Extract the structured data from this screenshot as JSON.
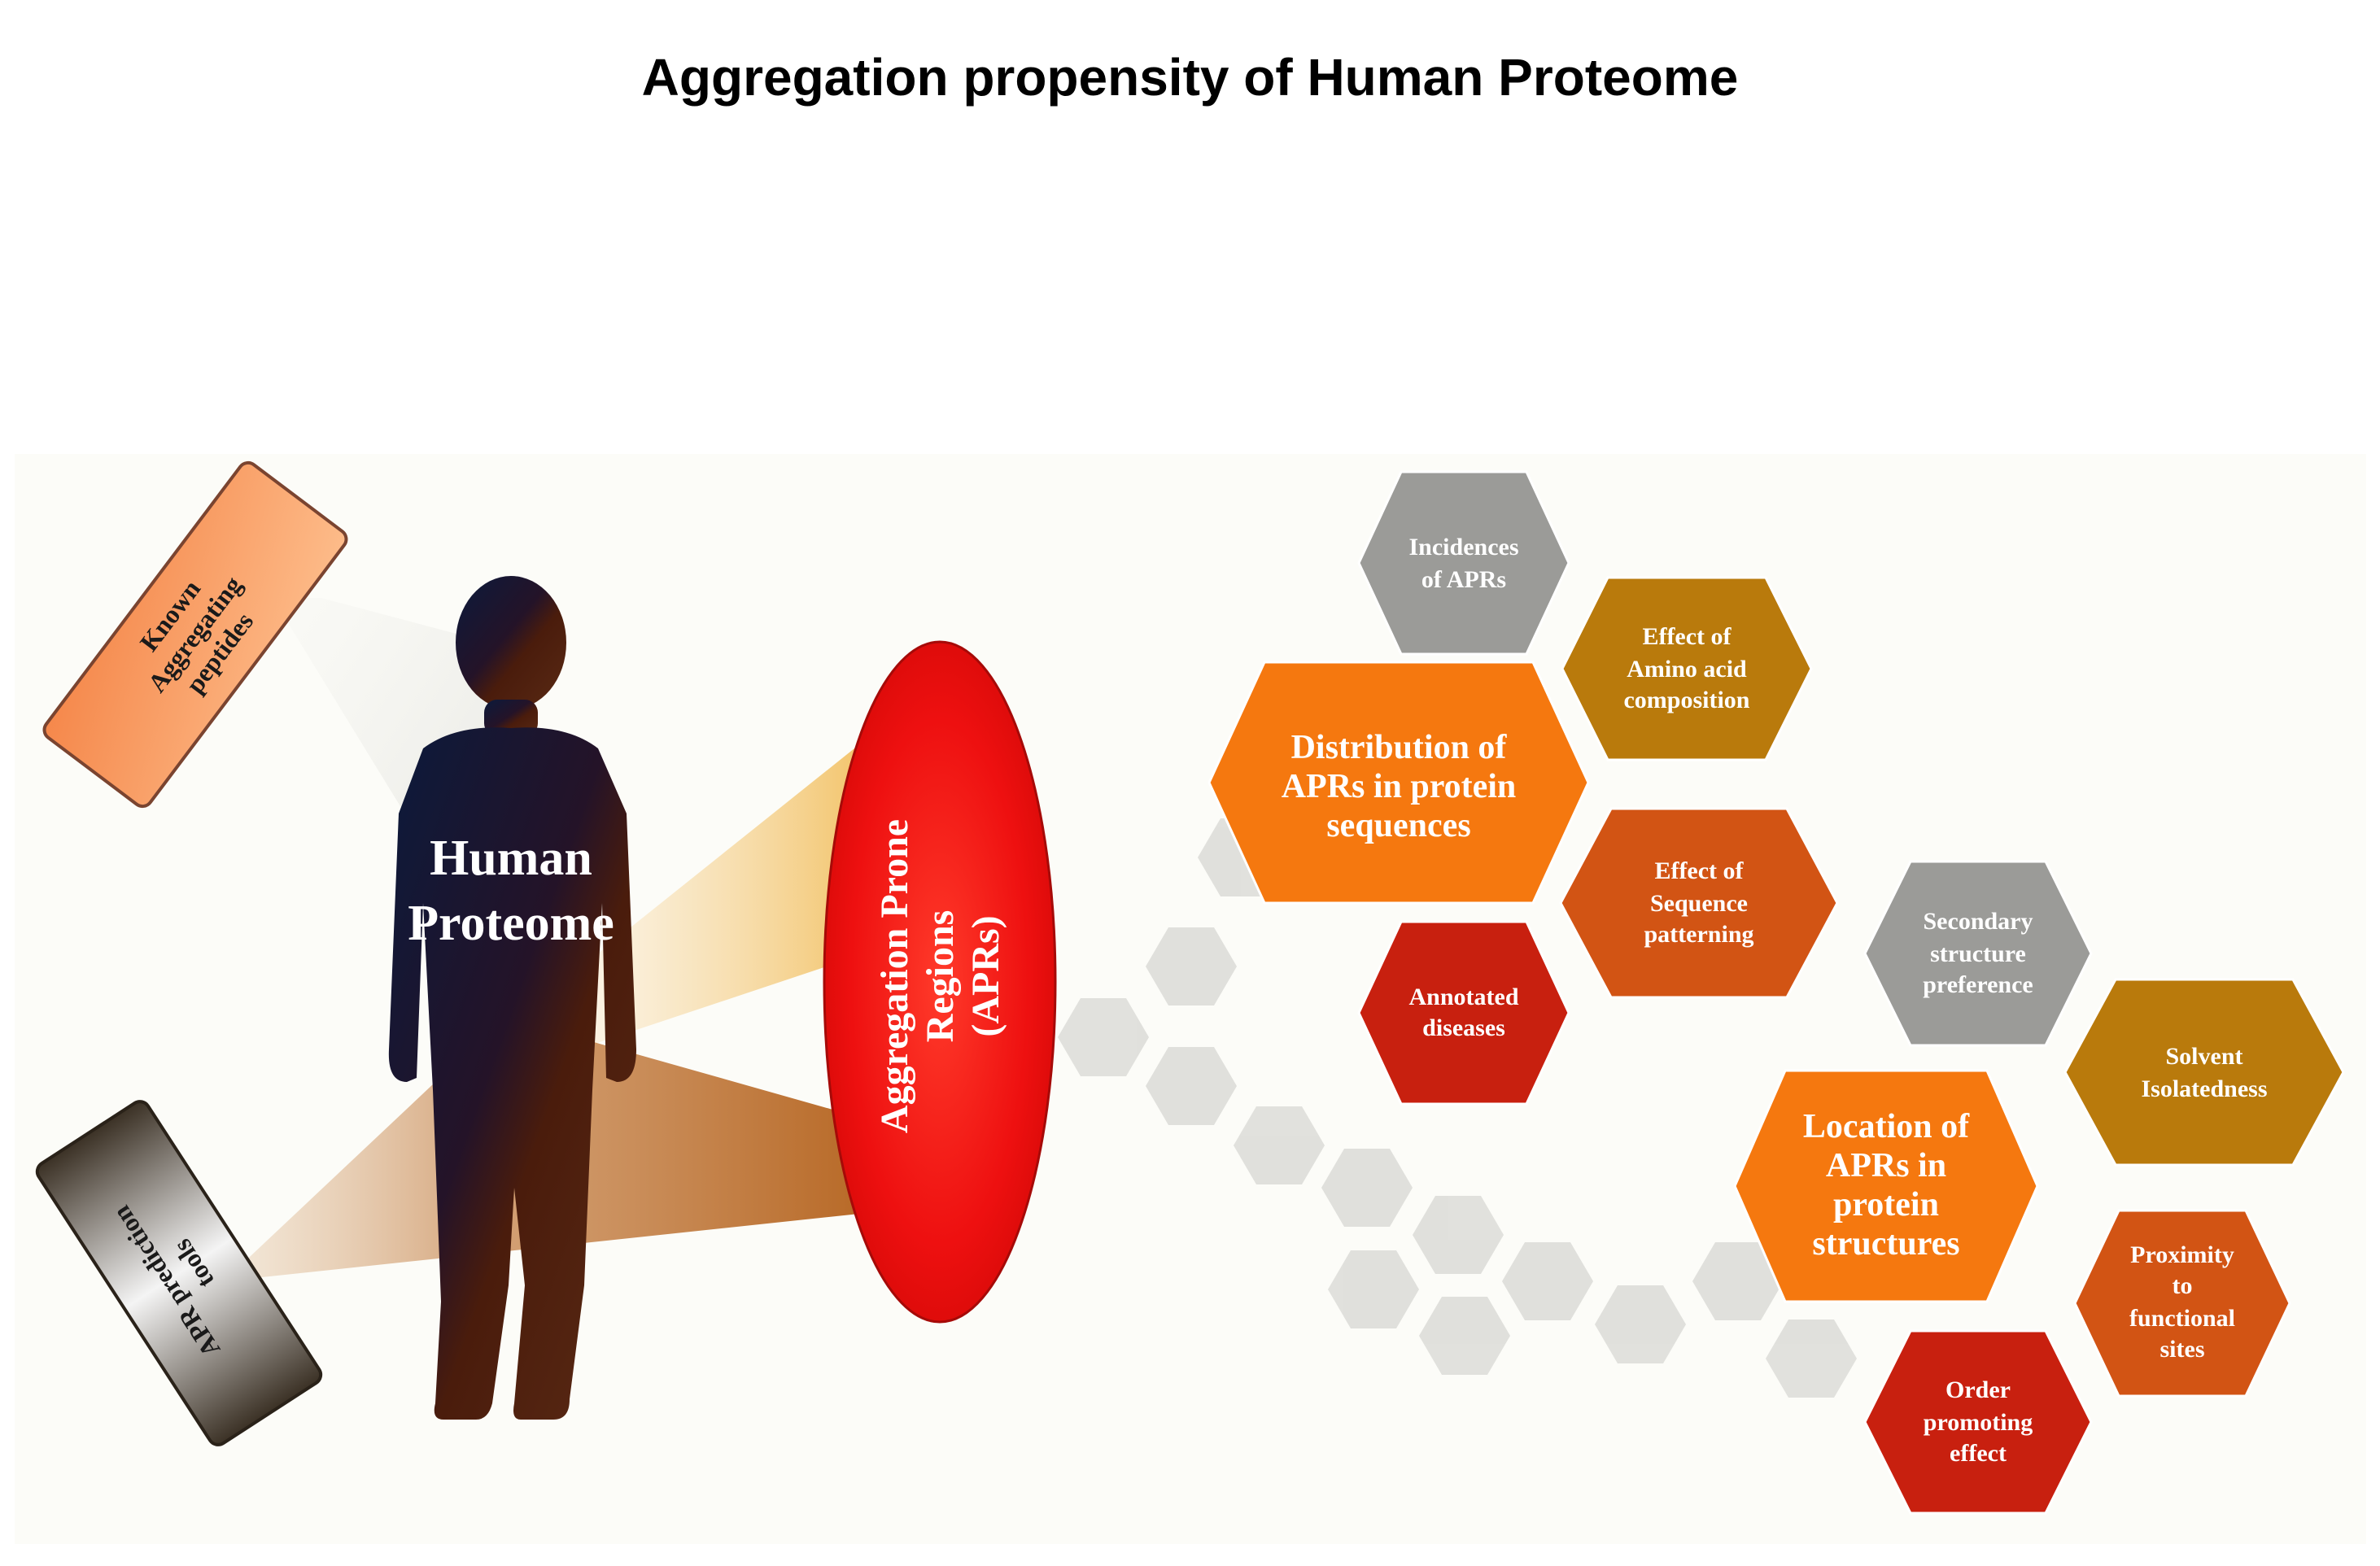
{
  "title": "Aggregation propensity of Human Proteome",
  "colors": {
    "orange": "#f5780f",
    "dark_orange": "#d25414",
    "red": "#c8200f",
    "gold": "#b97a0c",
    "gray": "#9b9b98",
    "light_hex": "#dcdcd8",
    "oval_red": "#ee1010"
  },
  "left_inputs": {
    "known_peptides": [
      "Known",
      "Aggregating",
      "peptides"
    ],
    "prediction_tools": [
      "APR prediction",
      "tools"
    ]
  },
  "human": {
    "icon": "human-silhouette-icon",
    "label": [
      "Human",
      "Proteome"
    ]
  },
  "apr_oval": {
    "label": [
      "Aggregation Prone",
      "Regions",
      "(APRs)"
    ]
  },
  "hexagons": {
    "distribution": [
      "Distribution of",
      "APRs in protein",
      "sequences"
    ],
    "incidences": [
      "Incidences",
      "of APRs"
    ],
    "amino_acid": [
      "Effect of",
      "Amino  acid",
      "composition"
    ],
    "sequence_patterning": [
      "Effect of",
      "Sequence",
      "patterning"
    ],
    "annotated_diseases": [
      "Annotated",
      "diseases"
    ],
    "location": [
      "Location of",
      "APRs in",
      "protein",
      "structures"
    ],
    "secondary_structure": [
      "Secondary",
      "structure",
      "preference"
    ],
    "solvent": [
      "Solvent",
      "Isolatedness"
    ],
    "proximity": [
      "Proximity",
      "to",
      "functional",
      "sites"
    ],
    "order_promoting": [
      "Order",
      "promoting",
      "effect"
    ]
  }
}
